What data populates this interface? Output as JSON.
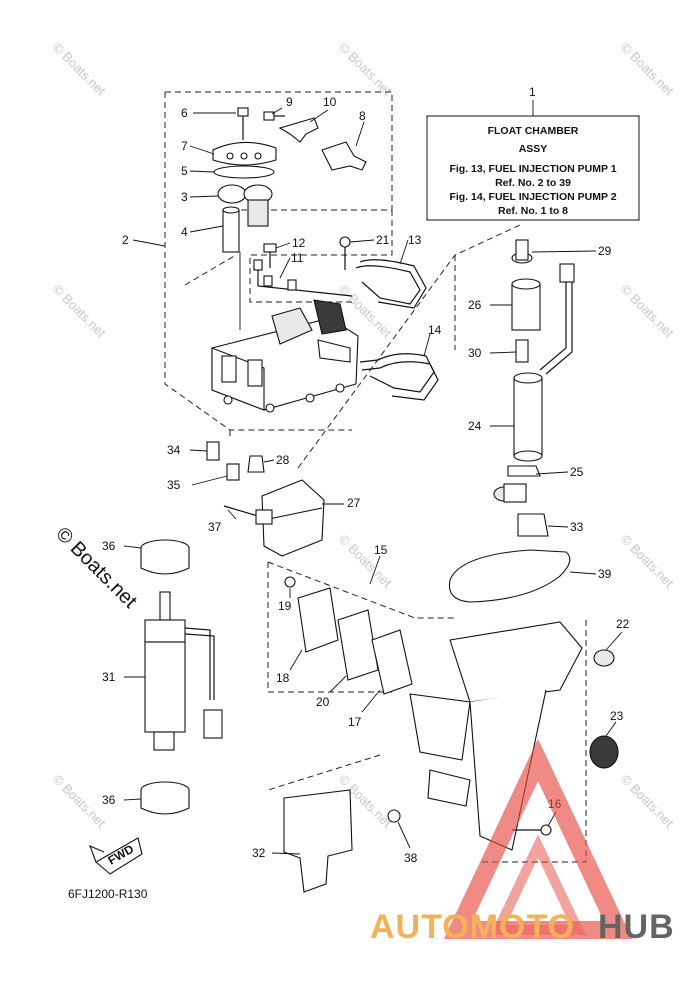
{
  "ref_box": {
    "number": "1",
    "line1": "FLOAT CHAMBER",
    "line2": "ASSY",
    "line3": "Fig. 13, FUEL INJECTION PUMP 1",
    "line4": "Ref. No. 2 to 39",
    "line5": "Fig. 14, FUEL INJECTION PUMP 2",
    "line6": "Ref. No. 1 to 8"
  },
  "parts": {
    "p2": "2",
    "p3": "3",
    "p4": "4",
    "p5": "5",
    "p6": "6",
    "p7": "7",
    "p8": "8",
    "p9": "9",
    "p10": "10",
    "p11": "11",
    "p12": "12",
    "p13": "13",
    "p14": "14",
    "p15": "15",
    "p16": "16",
    "p17": "17",
    "p18": "18",
    "p19": "19",
    "p20": "20",
    "p21": "21",
    "p22": "22",
    "p23": "23",
    "p24": "24",
    "p25": "25",
    "p26": "26",
    "p27": "27",
    "p28": "28",
    "p29": "29",
    "p30": "30",
    "p31": "31",
    "p32": "32",
    "p33": "33",
    "p34": "34",
    "p35": "35",
    "p36a": "36",
    "p36b": "36",
    "p37": "37",
    "p38": "38",
    "p39": "39"
  },
  "fwd_label": "FWD",
  "diagram_code": "6FJ1200-R130",
  "watermark": {
    "small": "© Boats.net",
    "large": "© Boats.net"
  },
  "logo": {
    "part1": "AUTOMOTO",
    "part2": "HUB",
    "color_orange": "#f4a43a",
    "color_grey": "#4a4a4a",
    "color_red": "#e8483f"
  }
}
